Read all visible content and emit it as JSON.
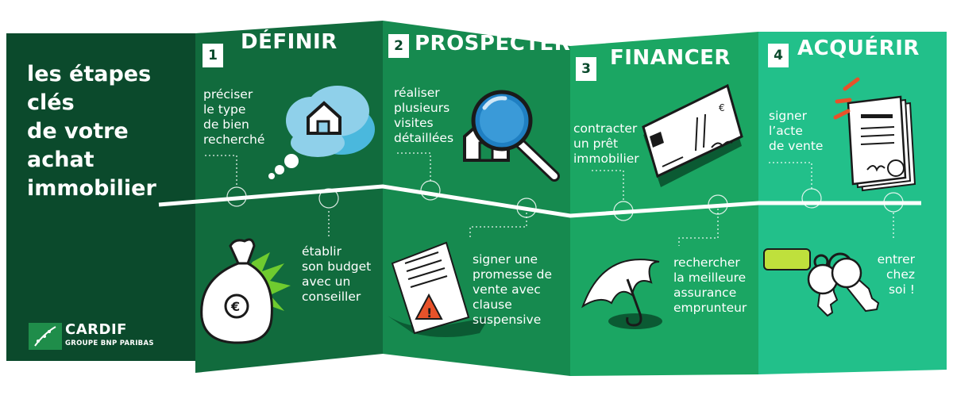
{
  "intro": {
    "title": "les étapes\nclés\nde votre\nachat\nimmobilier"
  },
  "steps": [
    {
      "number": "1",
      "title": "DÉFINIR",
      "top_caption": "préciser\nle type\nde bien\nrecherché",
      "bottom_caption": "établir\nson budget\navec un\nconseiller"
    },
    {
      "number": "2",
      "title": "PROSPECTER",
      "top_caption": "réaliser\nplusieurs\nvisites\ndétaillées",
      "bottom_caption": "signer une\npromesse de\nvente avec\nclause\nsuspensive"
    },
    {
      "number": "3",
      "title": "FINANCER",
      "top_caption": "contracter\nun prêt\nimmobilier",
      "bottom_caption": "rechercher\nla meilleure\nassurance\nemprunteur"
    },
    {
      "number": "4",
      "title": "ACQUÉRIR",
      "top_caption": "signer\nl’acte\nde vente",
      "bottom_caption": "entrer\nchez\nsoi !"
    }
  ],
  "brand": {
    "name": "CARDIF",
    "group": "GROUPE BNP PARIBAS"
  },
  "icons": {
    "step1_top": "house-cloud-icon",
    "step1_bottom": "money-bag-icon",
    "step2_top": "magnifier-house-icon",
    "step2_bottom": "contract-warning-icon",
    "step3_top": "cheque-icon",
    "step3_bottom": "umbrella-icon",
    "step4_top": "signed-deed-icon",
    "step4_bottom": "keys-icon"
  },
  "colors": {
    "panel0": "#0b4a2c",
    "panel1": "#116b3d",
    "panel2": "#168a4f",
    "panel3": "#1ba663",
    "panel4": "#22c08a",
    "accent_orange": "#e8522a",
    "star_green": "#6fcb2f",
    "cloud_blue": "#8fd0ea"
  }
}
